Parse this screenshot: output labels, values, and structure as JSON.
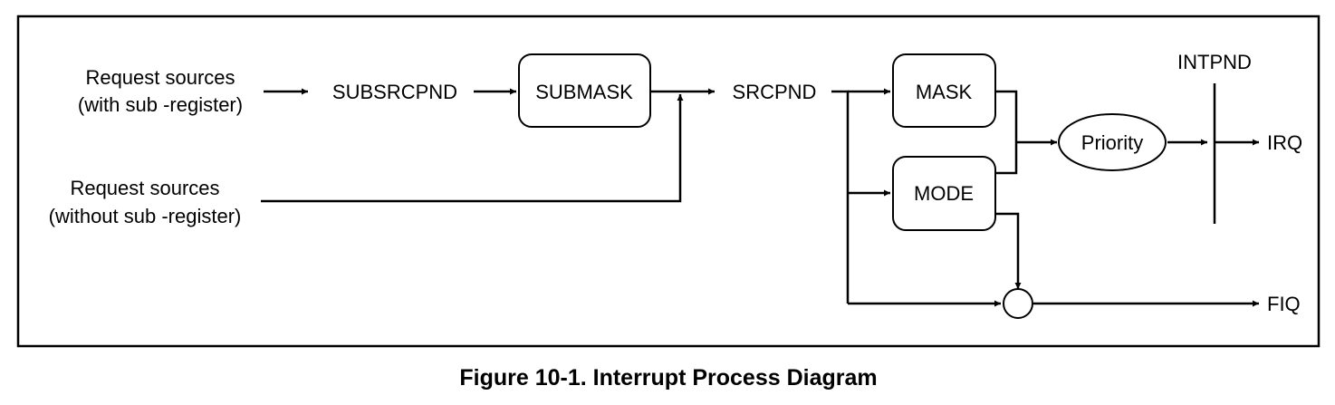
{
  "diagram": {
    "sources": {
      "with_sub_line1": "Request sources",
      "with_sub_line2": "(with sub -register)",
      "without_sub_line1": "Request sources",
      "without_sub_line2": "(without sub -register)"
    },
    "labels": {
      "subsrcpnd": "SUBSRCPND",
      "srcpnd": "SRCPND",
      "intpnd": "INTPND",
      "irq": "IRQ",
      "fiq": "FIQ"
    },
    "blocks": {
      "submask": "SUBMASK",
      "mask": "MASK",
      "mode": "MODE",
      "priority": "Priority"
    },
    "caption": "Figure 10-1. Interrupt Process Diagram"
  }
}
